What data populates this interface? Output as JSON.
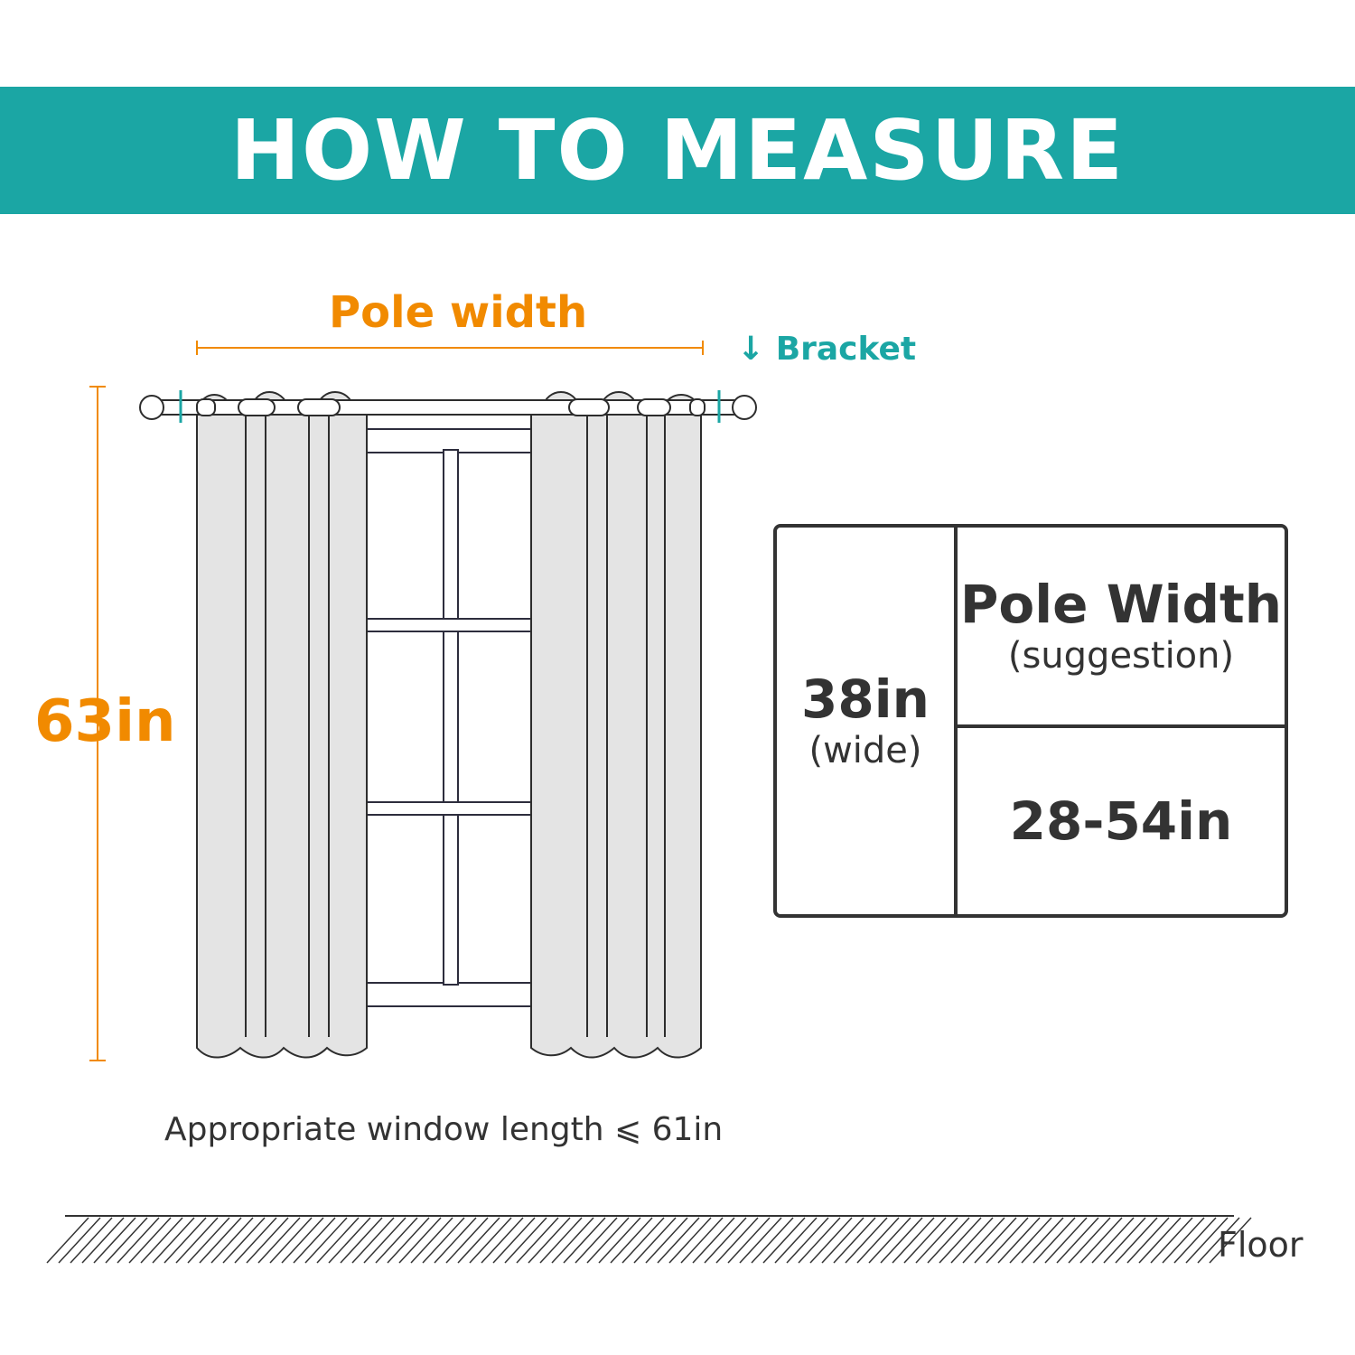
{
  "header": {
    "title": "HOW TO MEASURE"
  },
  "diagram": {
    "pole_width_label": "Pole width",
    "bracket_label": "↓ Bracket",
    "curtain_length": "63in",
    "window_note": "Appropriate window length ⩽ 61in",
    "floor_label": "Floor"
  },
  "table": {
    "panel_width": "38in",
    "panel_width_note": "(wide)",
    "pole_header": "Pole Width",
    "pole_header_note": "(suggestion)",
    "pole_range": "28-54in"
  },
  "colors": {
    "banner": "#1ba6a4",
    "accent_orange": "#f18a00",
    "bracket_teal": "#1ba6a4",
    "curtain_fill": "#e4e4e4",
    "ink": "#333333"
  }
}
